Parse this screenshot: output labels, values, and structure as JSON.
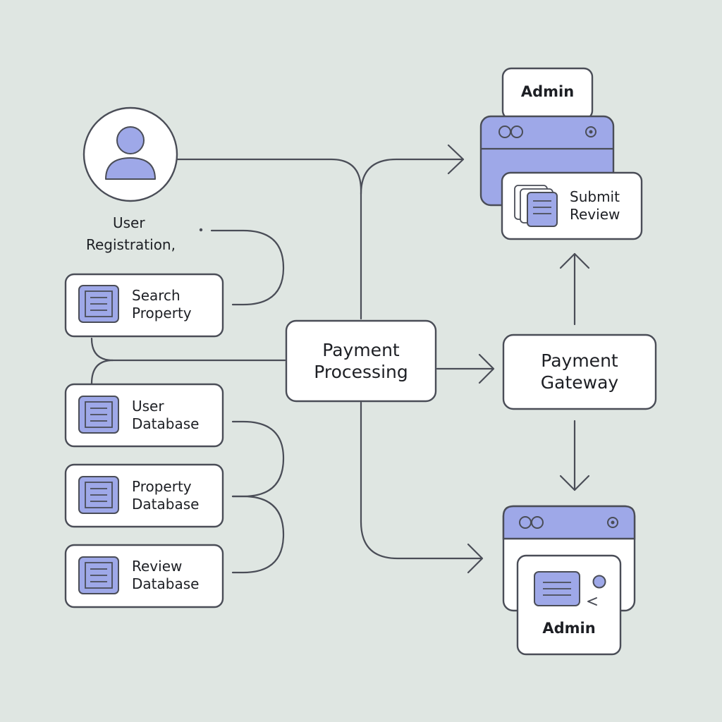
{
  "diagram": {
    "user_label": [
      "User",
      "Registration,"
    ],
    "search_property": [
      "Search",
      "Property"
    ],
    "user_database": [
      "User",
      "Database"
    ],
    "property_database": [
      "Property",
      "Database"
    ],
    "review_database": [
      "Review",
      "Database"
    ],
    "payment_processing": [
      "Payment",
      "Processing"
    ],
    "payment_gateway": [
      "Payment",
      "Gateway"
    ],
    "admin_top": "Admin",
    "submit_review": [
      "Submit",
      "Review"
    ],
    "admin_bottom": "Admin"
  },
  "colors": {
    "background": "#dfe6e2",
    "stroke": "#4a4d57",
    "accent": "#9ea8e8",
    "card": "#ffffff"
  },
  "icons": [
    "user-avatar-icon",
    "document-list-icon",
    "window-dots-icon",
    "window-gear-icon",
    "chevron-left-icon"
  ]
}
